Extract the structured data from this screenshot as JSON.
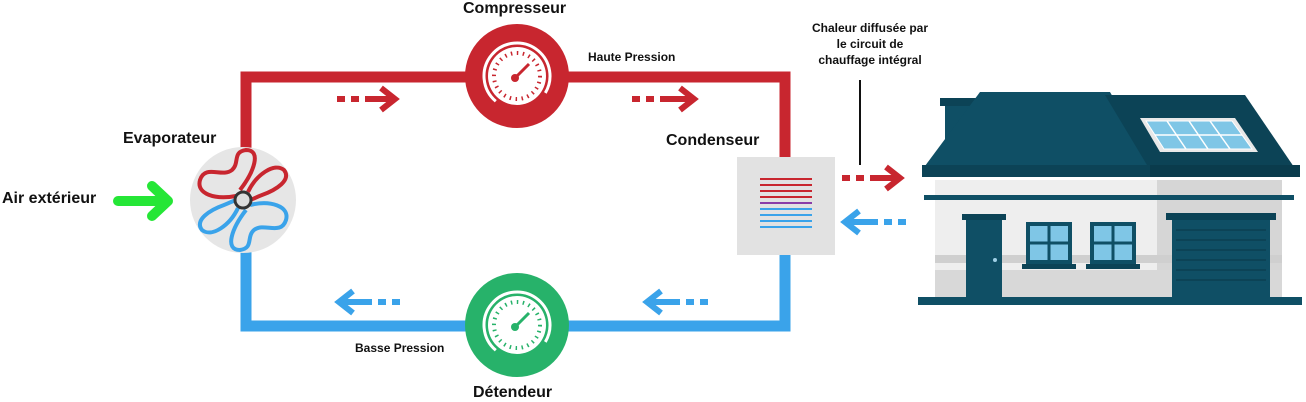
{
  "labels": {
    "compressor": "Compresseur",
    "high_pressure": "Haute Pression",
    "heat_note_1": "Chaleur diffusée par",
    "heat_note_2": "le circuit de",
    "heat_note_3": "chauffage intégral",
    "evaporator": "Evaporateur",
    "outside_air": "Air extérieur",
    "condenser": "Condenseur",
    "low_pressure": "Basse Pression",
    "expander": "Détendeur"
  },
  "colors": {
    "hot": "#c8262f",
    "cold": "#3aa3ea",
    "air": "#25e636",
    "compressor_fill": "#c8262f",
    "expander_fill": "#27b26a",
    "house_roof": "#0f4f65",
    "house_wall": "#eeeeee"
  },
  "icons": [
    "gauge-icon",
    "fan-icon",
    "house-icon",
    "solar-panel-icon",
    "arrow-icon"
  ]
}
